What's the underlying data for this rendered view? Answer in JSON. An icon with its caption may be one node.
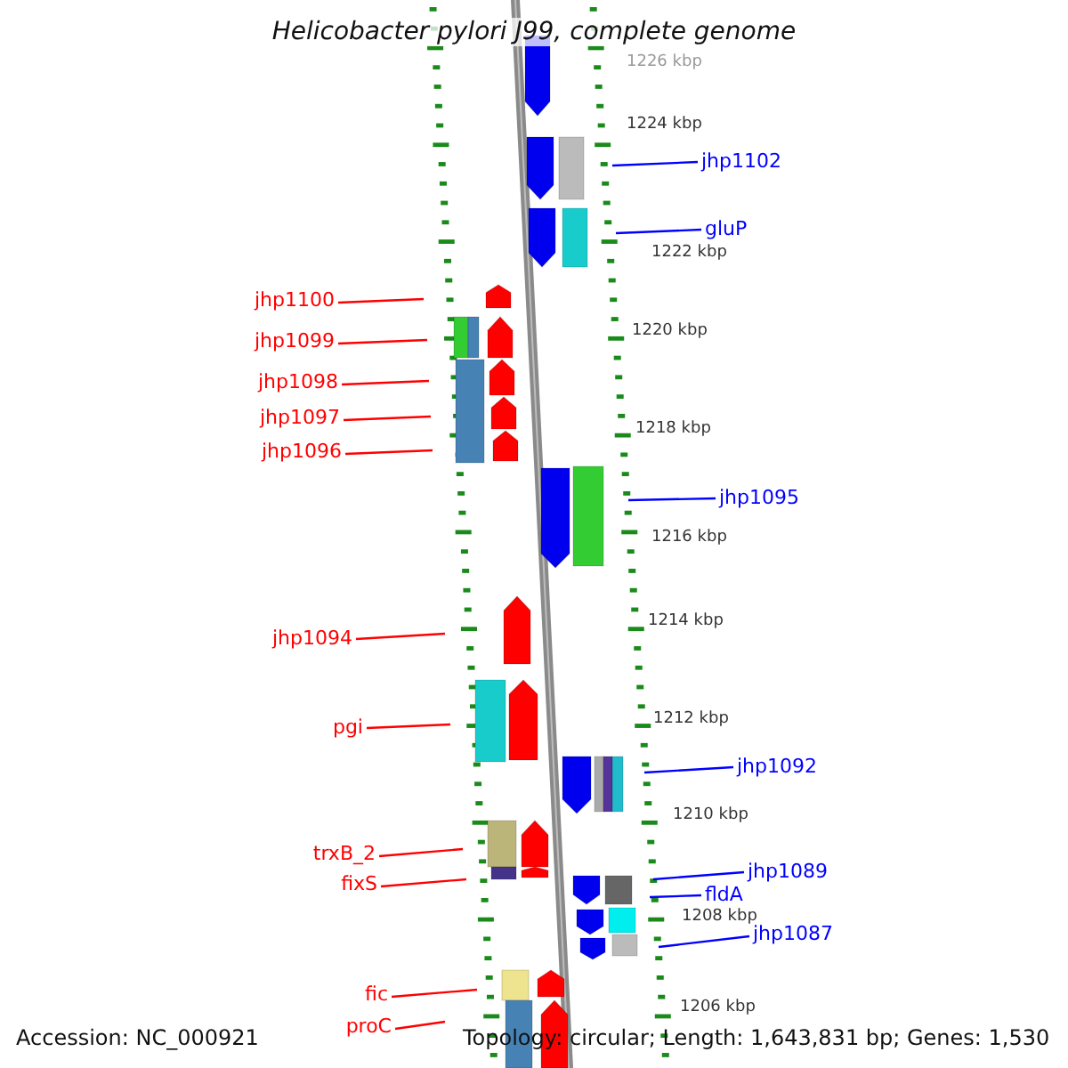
{
  "diagram": {
    "title": "Helicobacter pylori J99, complete genome",
    "nodes": [
      {
        "text": [
          "jhp1102"
        ]
      },
      {
        "text": [
          "gluP"
        ]
      },
      {
        "text": [
          "jhp1100"
        ]
      },
      {
        "text": [
          "jhp1099"
        ]
      },
      {
        "text": [
          "jhp1098"
        ]
      },
      {
        "text": [
          "jhp1097"
        ]
      },
      {
        "text": [
          "jhp1096"
        ]
      },
      {
        "text": [
          "jhp1095"
        ]
      },
      {
        "text": [
          "jhp1094"
        ]
      },
      {
        "text": [
          "pgi"
        ]
      },
      {
        "text": [
          "jhp1092"
        ]
      },
      {
        "text": [
          "trxB_2"
        ]
      },
      {
        "text": [
          "jhp1089"
        ]
      },
      {
        "text": [
          "fixS"
        ]
      },
      {
        "text": [
          "fldA"
        ]
      },
      {
        "text": [
          "jhp1087"
        ]
      },
      {
        "text": [
          "fic"
        ]
      },
      {
        "text": [
          "proC"
        ]
      }
    ],
    "edges": [
      {
        "from": 0,
        "to": null,
        "arrow": "none",
        "color": "#0000ff"
      },
      {
        "from": 1,
        "to": null,
        "arrow": "none",
        "color": "#0000ff"
      },
      {
        "from": 2,
        "to": null,
        "arrow": "none"
      },
      {
        "from": 3,
        "to": null,
        "arrow": "none"
      },
      {
        "from": 4,
        "to": null,
        "arrow": "none"
      },
      {
        "from": 5,
        "to": null,
        "arrow": "none"
      },
      {
        "from": 6,
        "to": null,
        "arrow": "none"
      },
      {
        "from": 7,
        "to": null,
        "arrow": "none",
        "color": "#0000ff"
      },
      {
        "from": 8,
        "to": null,
        "arrow": "none"
      },
      {
        "from": 9,
        "to": null,
        "arrow": "none"
      },
      {
        "from": 10,
        "to": null,
        "arrow": "none",
        "color": "#0000ff"
      },
      {
        "from": 11,
        "to": null,
        "arrow": "none"
      },
      {
        "from": 12,
        "to": null,
        "arrow": "none",
        "color": "#0000ff"
      },
      {
        "from": 13,
        "to": null,
        "arrow": "none"
      },
      {
        "from": 14,
        "to": null,
        "arrow": "none",
        "color": "#0000ff"
      },
      {
        "from": 15,
        "to": null,
        "arrow": "none",
        "color": "#0000ff"
      },
      {
        "from": 16,
        "to": null,
        "arrow": "none"
      },
      {
        "from": 17,
        "to": null,
        "arrow": "none"
      }
    ],
    "labels": [
      "1226 kbp",
      "1224 kbp",
      "1222 kbp",
      "1220 kbp",
      "1218 kbp",
      "1216 kbp",
      "1214 kbp",
      "1212 kbp",
      "1210 kbp",
      "1208 kbp",
      "1206 kbp",
      "Accession: NC_000921",
      "Topology: circular; Length: 1,643,831 bp; Genes: 1,530"
    ]
  }
}
